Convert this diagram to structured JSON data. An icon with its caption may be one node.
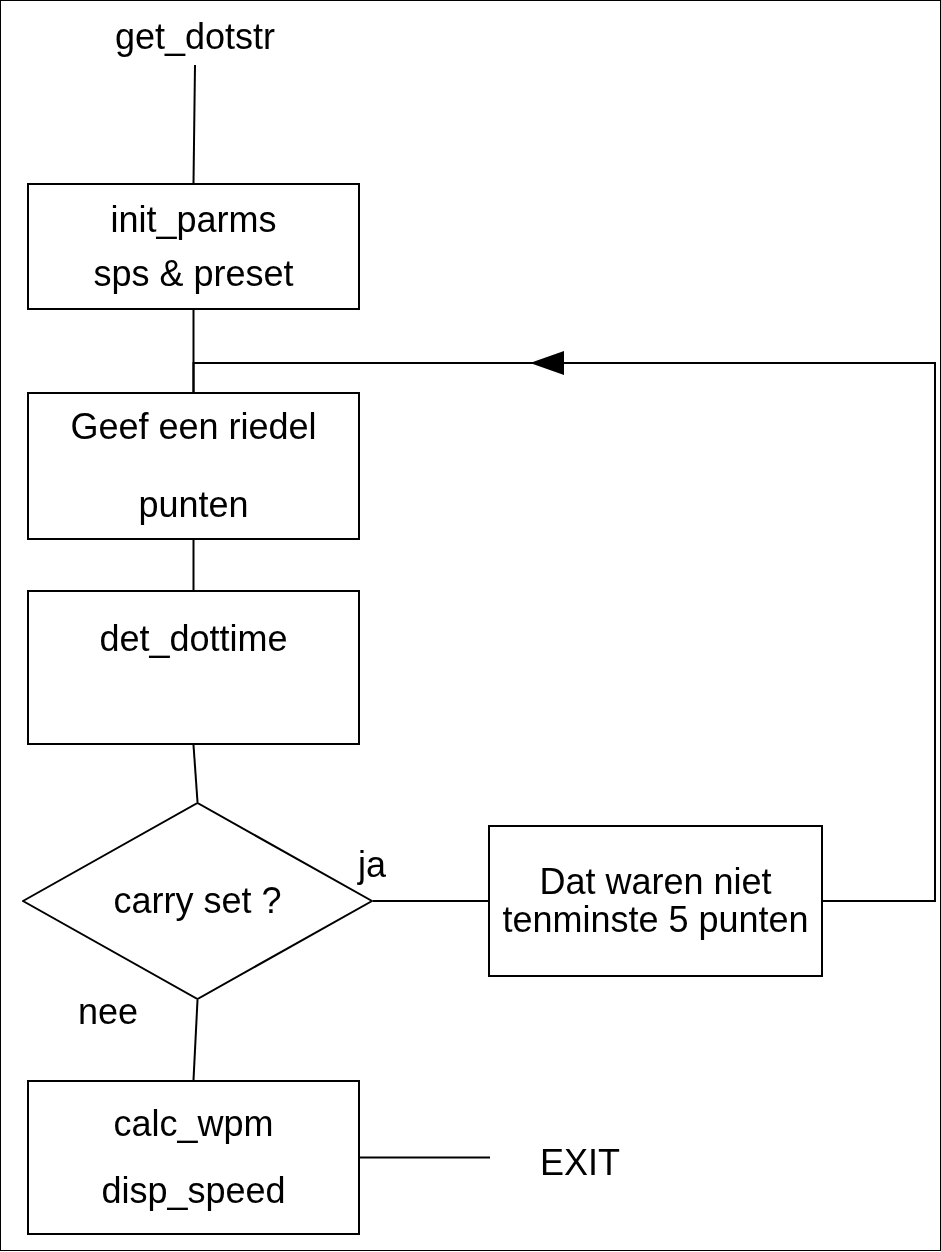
{
  "diagram": {
    "nodes": [
      {
        "text": [
          "get_dotstr"
        ]
      },
      {
        "text": [
          "init_parms",
          "sps & preset"
        ]
      },
      {
        "text": [
          "Geef een riedel punten"
        ]
      },
      {
        "text": [
          "det_dottime"
        ]
      },
      {
        "text": [
          "carry set ?"
        ]
      },
      {
        "text": [
          "Dat waren niet tenminste 5 punten"
        ]
      },
      {
        "text": [
          "calc_wpm",
          "disp_speed"
        ]
      },
      {
        "text": [
          "EXIT"
        ]
      }
    ],
    "edges": [
      {
        "from": 0,
        "to": 1,
        "arrow": "none"
      },
      {
        "from": 1,
        "to": 2,
        "arrow": "none"
      },
      {
        "from": 5,
        "to": 2,
        "arrow": "to"
      },
      {
        "from": 2,
        "to": 3,
        "arrow": "none"
      },
      {
        "from": 3,
        "to": 4,
        "arrow": "none"
      },
      {
        "from": 4,
        "to": 5,
        "arrow": "none",
        "label": "ja"
      },
      {
        "from": 4,
        "to": 6,
        "arrow": "none",
        "label": "nee"
      },
      {
        "from": 6,
        "to": 7,
        "arrow": "none"
      }
    ]
  }
}
